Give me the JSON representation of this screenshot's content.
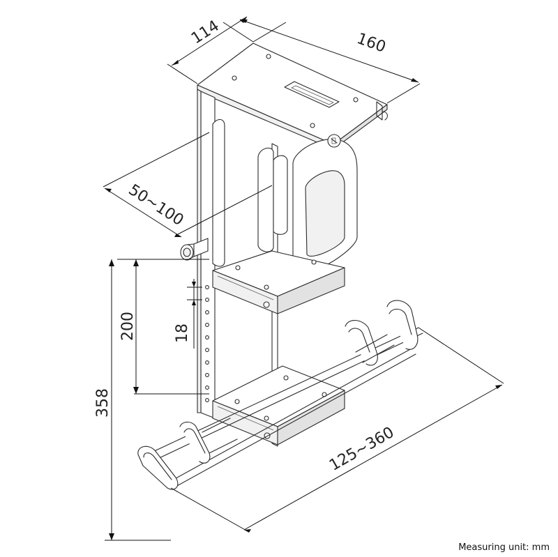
{
  "dimensions": {
    "depth": "114",
    "width": "160",
    "clamp_range": "50~100",
    "shelf_height": "200",
    "step": "18",
    "total_height": "358",
    "length_range": "125~360"
  },
  "footer": {
    "unit_note": "Measuring unit: mm"
  },
  "colors": {
    "line": "#2a2a2a",
    "background": "#ffffff"
  }
}
